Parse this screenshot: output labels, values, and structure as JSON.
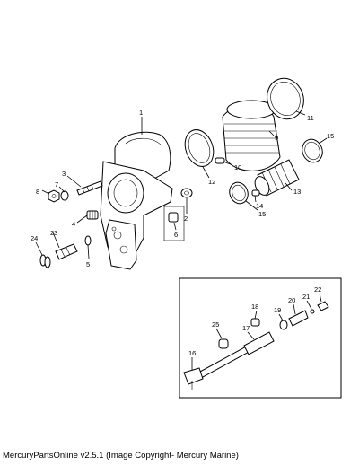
{
  "callouts": {
    "c1": "1",
    "c2": "2",
    "c3": "3",
    "c4": "4",
    "c5": "5",
    "c6": "6",
    "c7": "7",
    "c8": "8",
    "c9": "9",
    "c10": "10",
    "c11": "11",
    "c12": "12",
    "c13": "13",
    "c14": "14",
    "c15a": "15",
    "c15b": "15",
    "c16": "16",
    "c17": "17",
    "c18": "18",
    "c19": "19",
    "c20": "20",
    "c21": "21",
    "c22": "22",
    "c23": "23",
    "c24": "24",
    "c25": "25"
  },
  "footer": {
    "text": "MercuryPartsOnline v2.5.1 (Image Copyright- Mercury Marine)"
  }
}
